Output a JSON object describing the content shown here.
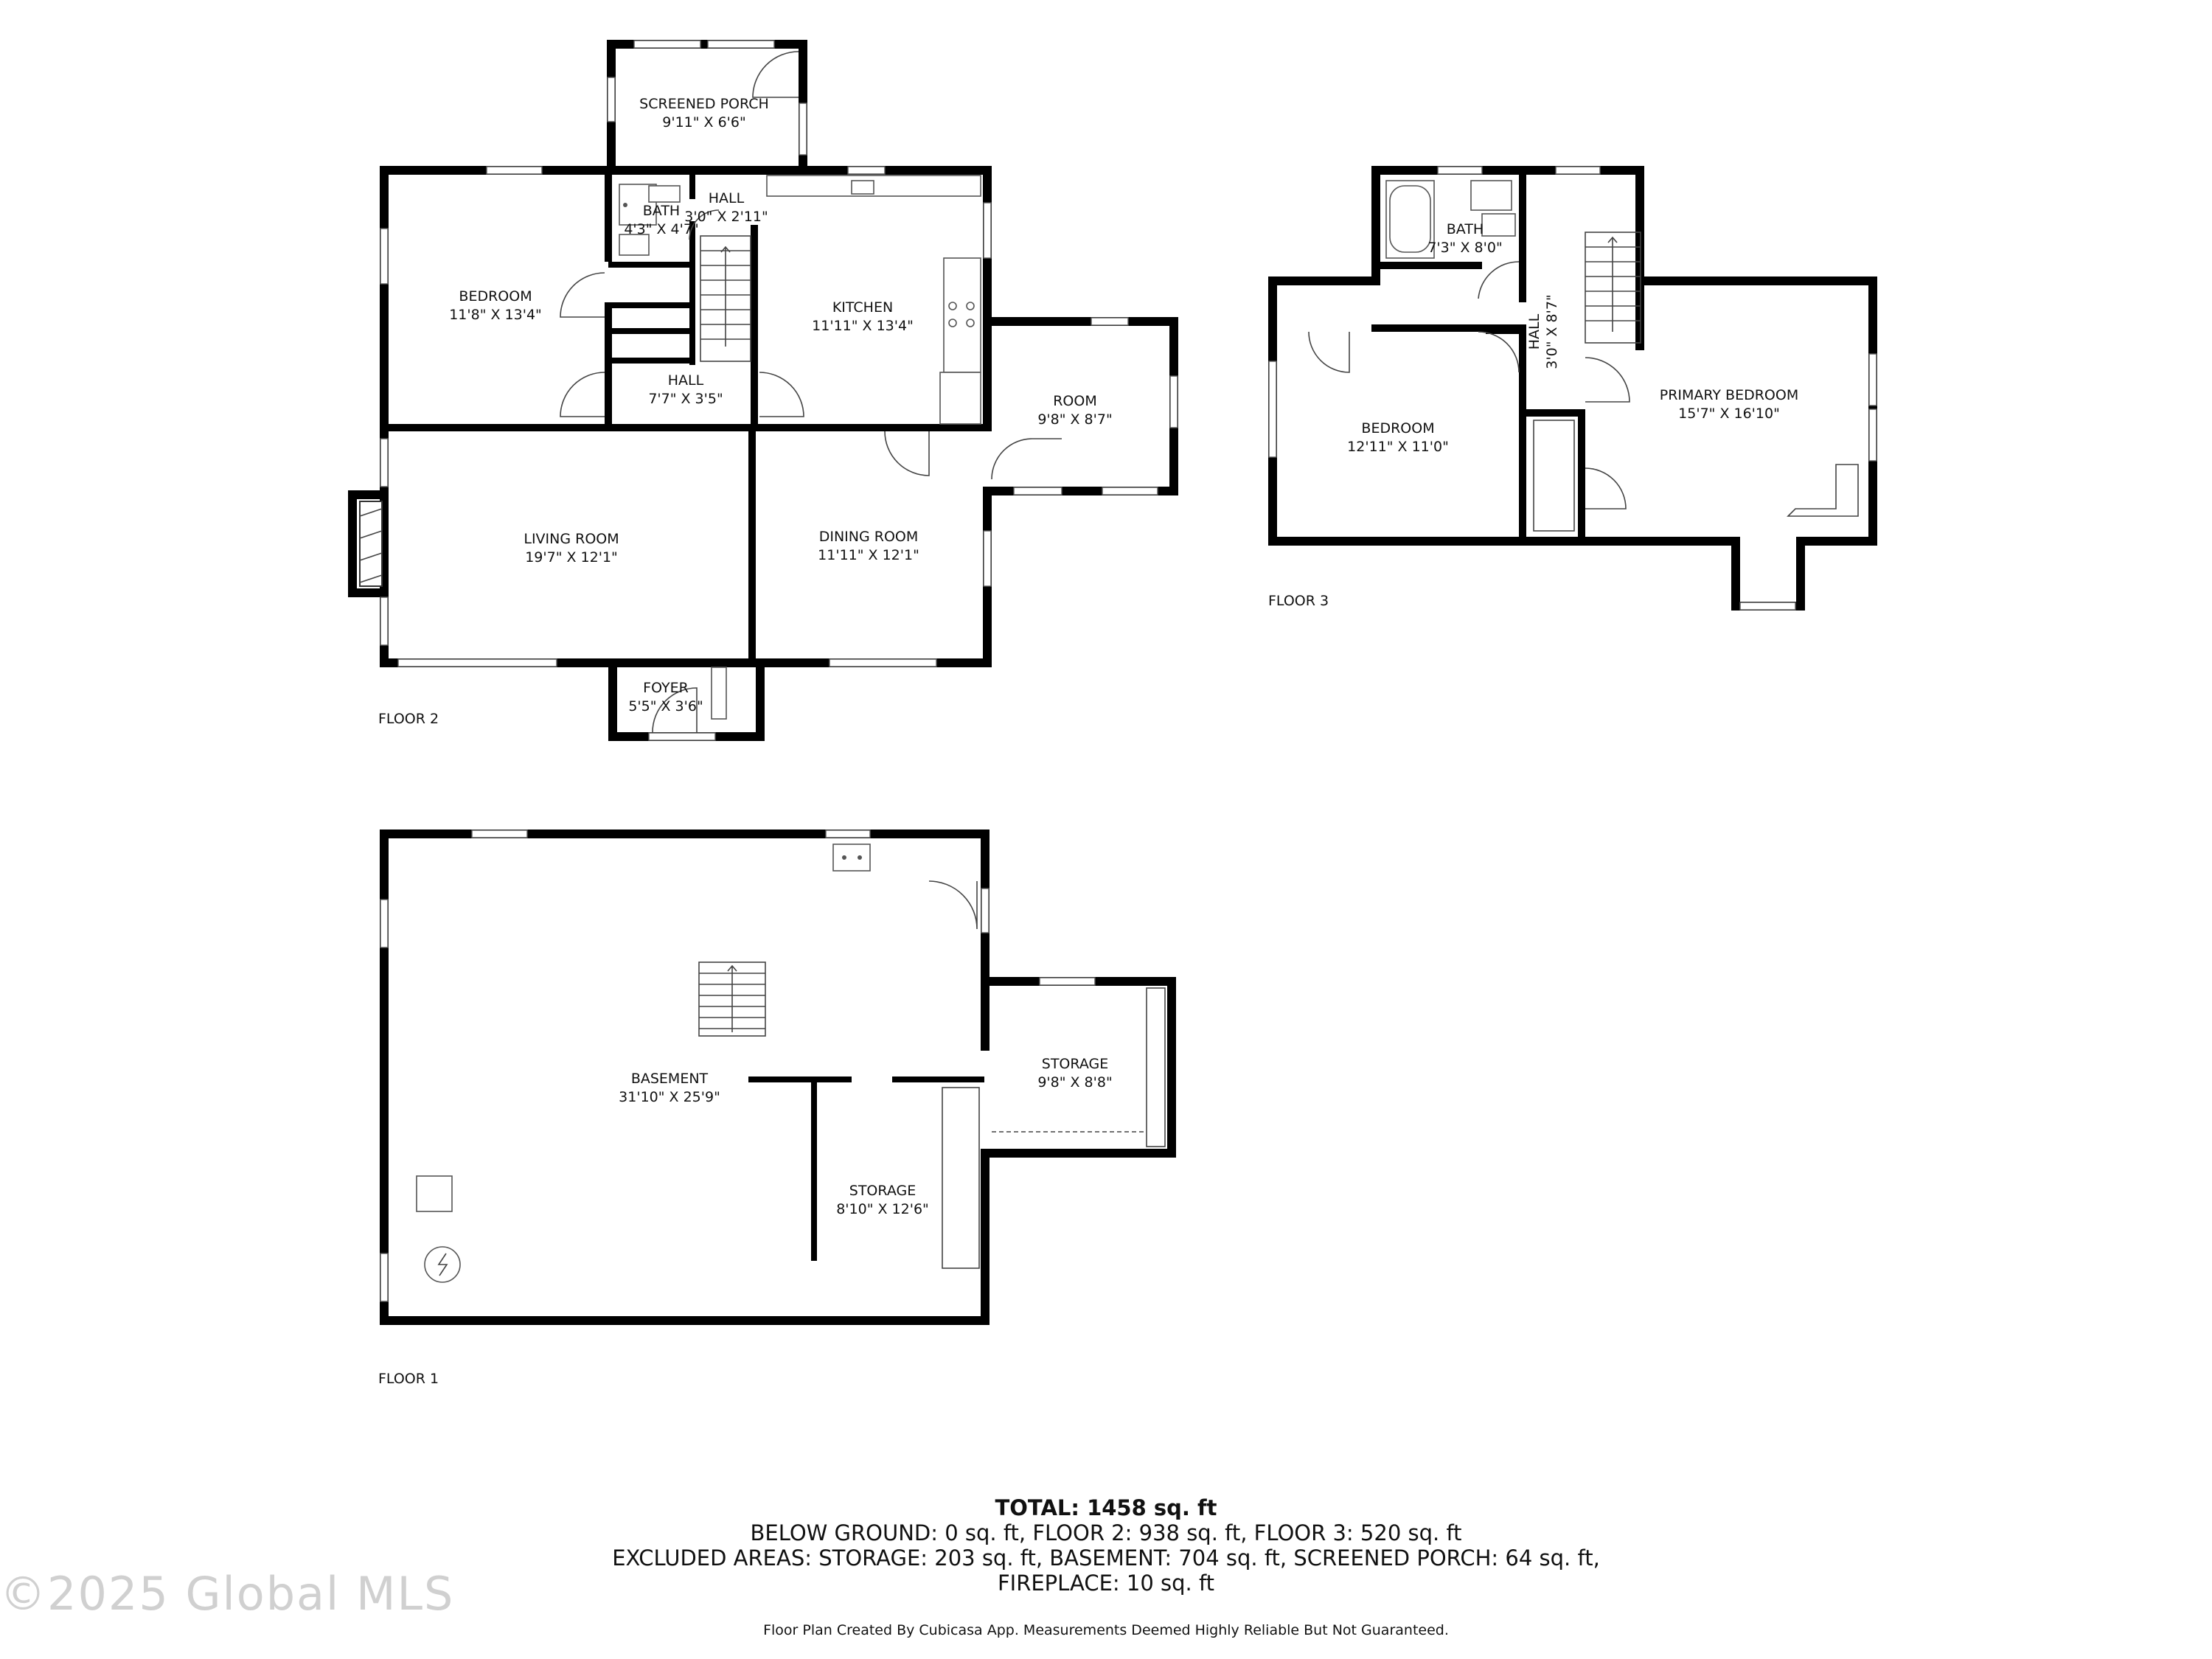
{
  "floors": {
    "floor2": {
      "label": "FLOOR 2",
      "rooms": {
        "screened_porch": {
          "name": "SCREENED PORCH",
          "dims": "9'11\" X 6'6\""
        },
        "bath": {
          "name": "BATH",
          "dims": "4'3\" X 4'7\""
        },
        "hall_small": {
          "name": "HALL",
          "dims": "3'0\" X 2'11\""
        },
        "bedroom": {
          "name": "BEDROOM",
          "dims": "11'8\" X 13'4\""
        },
        "kitchen": {
          "name": "KITCHEN",
          "dims": "11'11\" X 13'4\""
        },
        "hall": {
          "name": "HALL",
          "dims": "7'7\" X 3'5\""
        },
        "room": {
          "name": "ROOM",
          "dims": "9'8\" X 8'7\""
        },
        "living_room": {
          "name": "LIVING ROOM",
          "dims": "19'7\" X 12'1\""
        },
        "dining_room": {
          "name": "DINING ROOM",
          "dims": "11'11\" X 12'1\""
        },
        "foyer": {
          "name": "FOYER",
          "dims": "5'5\" X 3'6\""
        }
      }
    },
    "floor3": {
      "label": "FLOOR 3",
      "rooms": {
        "bath": {
          "name": "BATH",
          "dims": "7'3\" X 8'0\""
        },
        "hall": {
          "name": "HALL",
          "dims": "3'0\" X 8'7\""
        },
        "bedroom": {
          "name": "BEDROOM",
          "dims": "12'11\" X 11'0\""
        },
        "primary_bedroom": {
          "name": "PRIMARY BEDROOM",
          "dims": "15'7\" X 16'10\""
        }
      }
    },
    "floor1": {
      "label": "FLOOR 1",
      "rooms": {
        "basement": {
          "name": "BASEMENT",
          "dims": "31'10\" X 25'9\""
        },
        "storage_right": {
          "name": "STORAGE",
          "dims": "9'8\" X 8'8\""
        },
        "storage_mid": {
          "name": "STORAGE",
          "dims": "8'10\" X 12'6\""
        }
      }
    }
  },
  "summary": {
    "total": "TOTAL: 1458 sq. ft",
    "line1": "BELOW GROUND: 0 sq. ft, FLOOR 2: 938 sq. ft, FLOOR 3: 520 sq. ft",
    "line2": "EXCLUDED AREAS: STORAGE: 203 sq. ft, BASEMENT: 704 sq. ft, SCREENED PORCH: 64 sq. ft,",
    "line3": "FIREPLACE: 10 sq. ft",
    "credit": "Floor Plan Created By Cubicasa App. Measurements Deemed Highly Reliable But Not Guaranteed."
  },
  "watermark": "©2025 Global MLS",
  "colors": {
    "wall": "#000000",
    "background": "#ffffff",
    "watermark": "#d0d0d0"
  }
}
